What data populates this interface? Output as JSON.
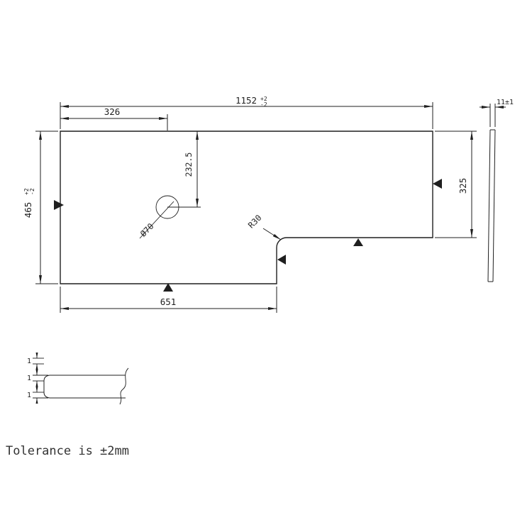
{
  "colors": {
    "line": "#1f1f1f",
    "background": "#ffffff"
  },
  "note": {
    "tolerance": "Tolerance is ±2mm"
  },
  "plan": {
    "dim_width": {
      "value": "1152",
      "tol_plus": "+2",
      "tol_minus": "-2"
    },
    "dim_depth": {
      "value": "465",
      "tol_plus": "+2",
      "tol_minus": "-2"
    },
    "dim_hole_offset_x": {
      "value": "326"
    },
    "dim_hole_offset_y": {
      "value": "232.5"
    },
    "hole": {
      "diameter_label": "Ø70"
    },
    "notch": {
      "radius_label": "R30"
    },
    "dim_right_depth": {
      "value": "325"
    },
    "dim_left_width": {
      "value": "651"
    }
  },
  "side": {
    "dim_thickness": {
      "value": "11±1"
    }
  },
  "profile": {
    "dim_top": "1",
    "dim_mid": "1",
    "dim_bottom": "1"
  }
}
